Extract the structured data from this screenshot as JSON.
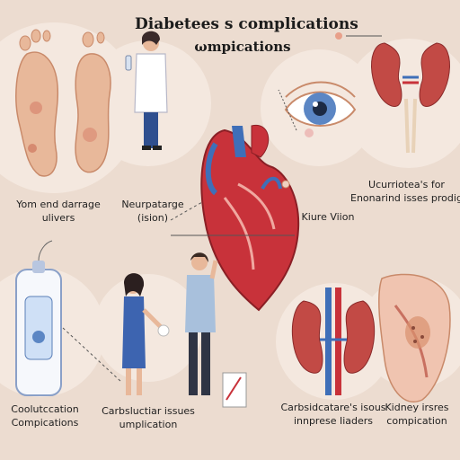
{
  "title": "Diabetees s complications",
  "subtitle": "ωmpications",
  "labels": {
    "foot_line1": "Yom end darrage",
    "foot_line2": "ulivers",
    "neuro_line1": "Neurpatarge",
    "neuro_line2": "(ision)",
    "heart": "Kiure Viion",
    "kidney_top_line1": "Ucurriotea's for",
    "kidney_top_line2": "Enonarind isses prodige",
    "device_line1": "Coolutccation",
    "device_line2": "Compications",
    "cardio_line1": "Carbsluctiar issues",
    "cardio_line2": "umplication",
    "kidney_mid_line1": "Carbsidcatare's isous",
    "kidney_mid_line2": "innprese Iiaders",
    "kidney_right_line1": "Kidney irsres",
    "kidney_right_line2": "compication"
  },
  "colors": {
    "background": "#ecdcd0",
    "panel": "#f6ece5",
    "heart_red": "#c8323a",
    "vessel_blue": "#3f6fb8",
    "skin": "#e8b89a"
  },
  "icons": [
    "feet-icon",
    "doctor-icon",
    "eye-icon",
    "heart-icon",
    "kidney-icon",
    "glucose-meter-icon",
    "woman-icon",
    "man-icon",
    "kidney-cross-section-icon",
    "tissue-icon"
  ]
}
